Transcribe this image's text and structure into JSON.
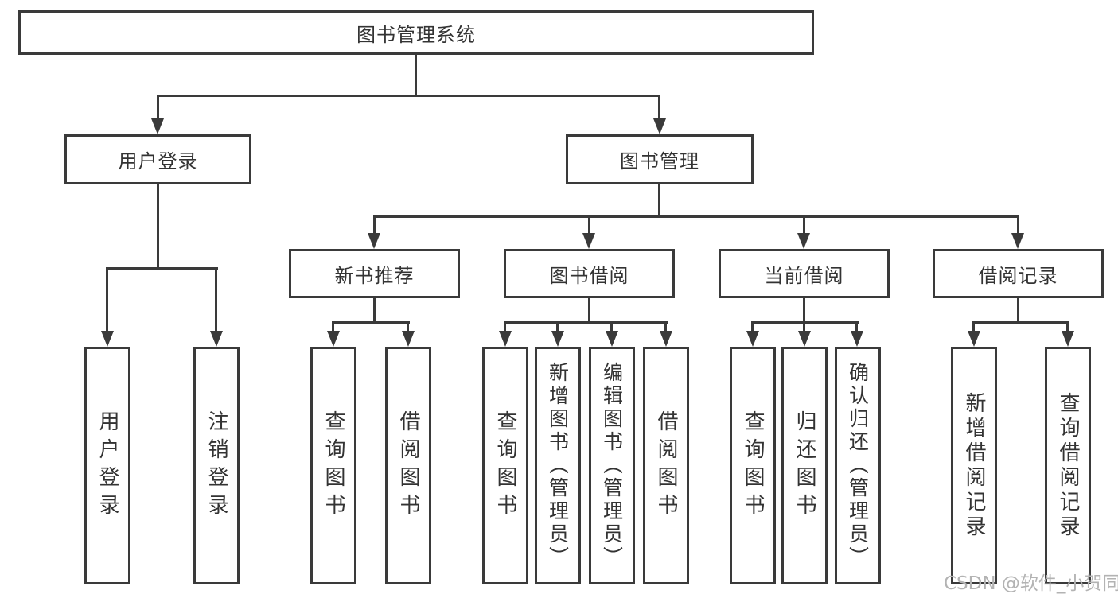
{
  "tree": {
    "label": "图书管理系统",
    "children": [
      {
        "label": "用户登录",
        "children": [
          {
            "label": "用户登录"
          },
          {
            "label": "注销登录"
          }
        ]
      },
      {
        "label": "图书管理",
        "children": [
          {
            "label": "新书推荐",
            "children": [
              {
                "label": "查询图书"
              },
              {
                "label": "借阅图书"
              }
            ]
          },
          {
            "label": "图书借阅",
            "children": [
              {
                "label": "查询图书"
              },
              {
                "label": "新增图书（管理员）"
              },
              {
                "label": "编辑图书（管理员）"
              },
              {
                "label": "借阅图书"
              }
            ]
          },
          {
            "label": "当前借阅",
            "children": [
              {
                "label": "查询图书"
              },
              {
                "label": "归还图书"
              },
              {
                "label": "确认归还（管理员）"
              }
            ]
          },
          {
            "label": "借阅记录",
            "children": [
              {
                "label": "新增借阅记录"
              },
              {
                "label": "查询借阅记录"
              }
            ]
          }
        ]
      }
    ]
  },
  "watermark": {
    "text": "CSDN @软件_小贺同学"
  },
  "colors": {
    "line": "#3a3a3a",
    "box_border": "#3a3a3a",
    "text": "#333333",
    "watermark": "#b3b3b3",
    "bg": "#ffffff"
  }
}
